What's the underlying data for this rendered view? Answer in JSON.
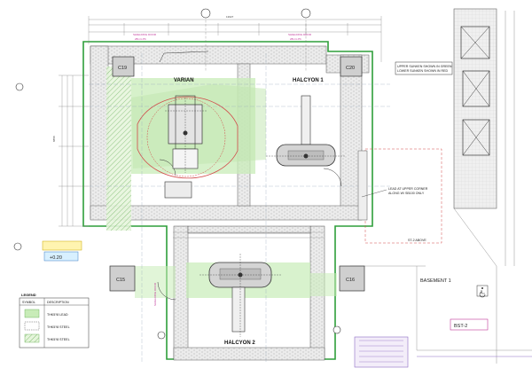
{
  "rooms": {
    "varian": "VARIAN",
    "halcyon1": "HALCYON 1",
    "halcyon2": "HALCYON 2",
    "basement": "BASEMENT 1"
  },
  "columns": {
    "c19": "C19",
    "c20": "C20",
    "c15": "C15",
    "c16": "C16"
  },
  "notes": {
    "upper_sunken": "UPPER SUNKEN SHOWN IN GREEN",
    "lower_sunken": "LOWER SUNKEN SHOWN IN RED",
    "lead_corner_1": "LEAD AT UPPER CORNER",
    "lead_corner_2": "ALONG W/ SB100 ONLY",
    "st_above": "ST-2 ABOVE",
    "shielding_door_1": "SHIELDING DOOR",
    "shielding_door_1b": "28mm Pb",
    "shielding_door_2": "SHIELDING DOOR",
    "shielding_door_2b": "28mm Pb",
    "shielding_door_3": "SHIELDING DOOR",
    "level_tag": "+0.20",
    "bst_tag": "BST-2",
    "top_dim": "13627",
    "dim_left": "8858"
  },
  "legend": {
    "title": "LEGEND",
    "col_symbol": "SYMBOL",
    "col_desc": "DESCRIPTION",
    "rows": [
      {
        "desc": "THK5?8 LEAD"
      },
      {
        "desc": "THK5?8 STEEL"
      },
      {
        "desc": "THK5?8 STEEL"
      }
    ]
  },
  "colors": {
    "wall_green": "#2e9e3a",
    "brick_fill": "#ffffff",
    "brick_line": "#8a8a8a",
    "sunken_green": "#c8ecb8",
    "lower_red": "#d24a4a",
    "dimension_gray": "#7a7a7a",
    "pink": "#c0389a",
    "purple": "#8e6bc4"
  }
}
